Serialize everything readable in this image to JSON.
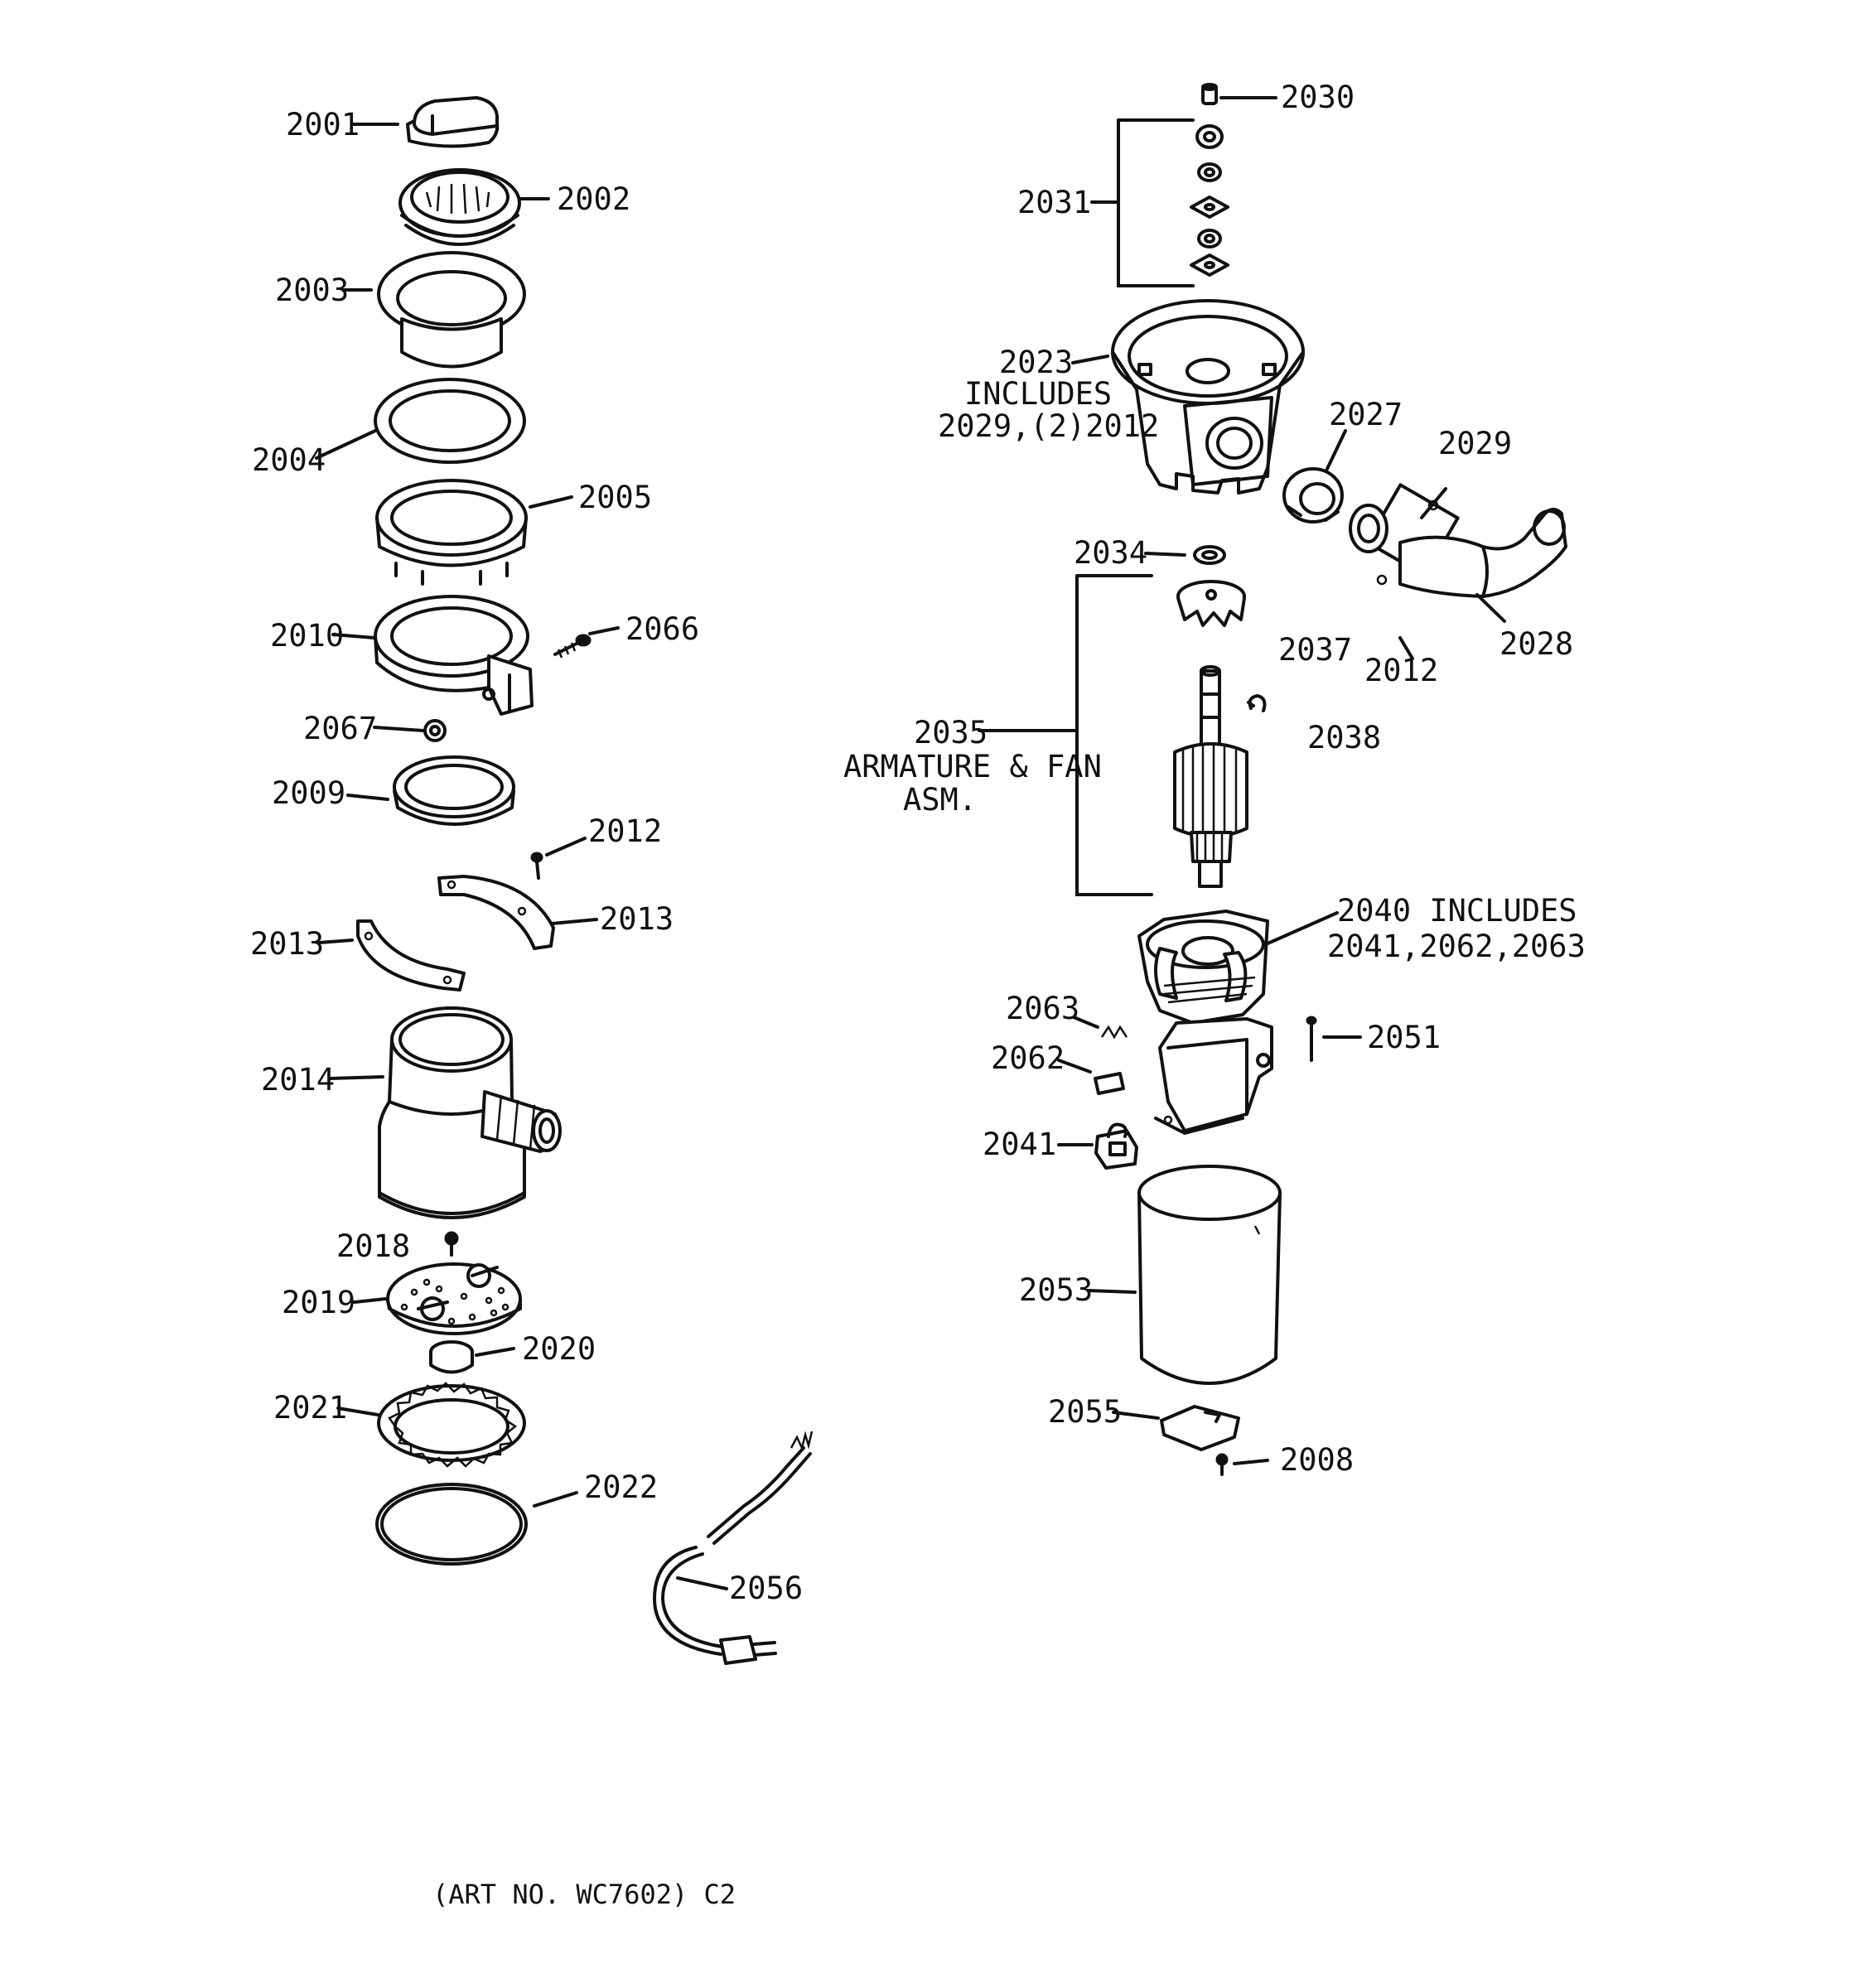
{
  "labels": {
    "l2001": "2001",
    "l2002": "2002",
    "l2003": "2003",
    "l2004": "2004",
    "l2005": "2005",
    "l2010": "2010",
    "l2066": "2066",
    "l2067": "2067",
    "l2009": "2009",
    "l2012a": "2012",
    "l2013a": "2013",
    "l2013b": "2013",
    "l2014": "2014",
    "l2018": "2018",
    "l2019": "2019",
    "l2020": "2020",
    "l2021": "2021",
    "l2022": "2022",
    "l2056": "2056",
    "l2030": "2030",
    "l2031": "2031",
    "l2023": "2023",
    "l2023_inc": "INCLUDES",
    "l2023_parts": "2029,(2)2012",
    "l2027": "2027",
    "l2029": "2029",
    "l2034": "2034",
    "l2037": "2037",
    "l2012b": "2012",
    "l2028": "2028",
    "l2038": "2038",
    "l2035": "2035",
    "l2035_d1": "ARMATURE & FAN",
    "l2035_d2": "ASM.",
    "l2040": "2040 INCLUDES",
    "l2040_parts": "2041,2062,2063",
    "l2063": "2063",
    "l2062": "2062",
    "l2051": "2051",
    "l2041": "2041",
    "l2053": "2053",
    "l2055": "2055",
    "l2008": "2008"
  },
  "footer": {
    "art_no": "(ART NO. WC7602) C2"
  }
}
